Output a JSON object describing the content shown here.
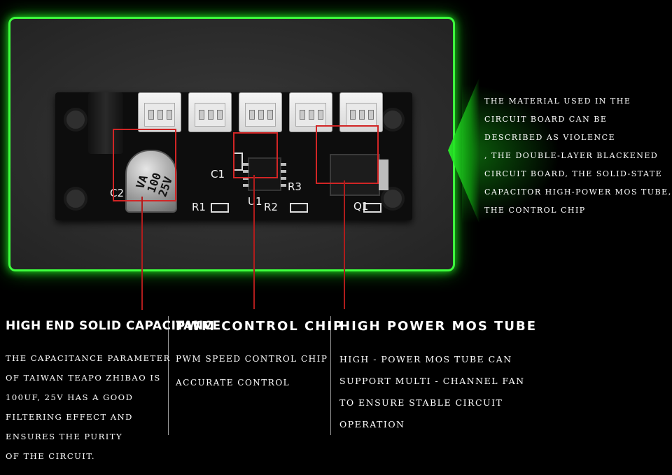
{
  "photo": {
    "silkscreen": {
      "c1": "C1",
      "c2": "C2",
      "u1": "U1",
      "r1": "R1",
      "r2": "R2",
      "r3": "R3",
      "q1": "Q1"
    },
    "capacitor_marking": {
      "line1": "VA",
      "line2": "100",
      "line3": "25V"
    }
  },
  "side_note": {
    "lines": [
      "THE MATERIAL USED IN THE",
      " CIRCUIT BOARD CAN BE",
      " DESCRIBED AS VIOLENCE",
      ", THE DOUBLE-LAYER BLACKENED",
      " CIRCUIT BOARD, THE SOLID-STATE",
      " CAPACITOR HIGH-POWER MOS TUBE,",
      " THE CONTROL CHIP"
    ]
  },
  "columns": [
    {
      "title": "HIGH END SOLID CAPACITANCE",
      "lines": [
        "THE CAPACITANCE PARAMETER",
        "OF TAIWAN TEAPO ZHIBAO IS",
        " 100UF, 25V HAS A GOOD",
        " FILTERING EFFECT AND",
        " ENSURES THE PURITY",
        " OF THE CIRCUIT."
      ]
    },
    {
      "title": "PWM CONTROL CHIP",
      "lines": [
        "PWM SPEED CONTROL CHIP",
        " ACCURATE CONTROL"
      ]
    },
    {
      "title": "HIGH POWER MOS TUBE",
      "lines": [
        "HIGH - POWER MOS TUBE CAN",
        "SUPPORT MULTI - CHANNEL FAN",
        "TO ENSURE STABLE CIRCUIT",
        "OPERATION"
      ]
    }
  ],
  "colors": {
    "frame_green": "#3dff3d",
    "highlight_red": "#d12525",
    "background": "#000000"
  }
}
